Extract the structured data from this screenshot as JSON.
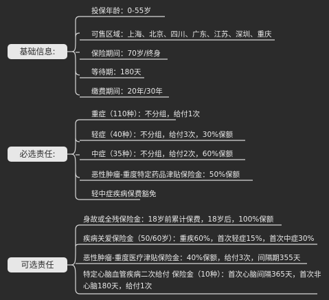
{
  "mindmap": {
    "basic_info": {
      "label": "基础信息:",
      "items": [
        "投保年龄：0-55岁",
        "可售区域：上海、北京、四川、广东、江苏、深圳、重庆",
        "保险期间：70岁/终身",
        "等待期：180天",
        "缴费期间：20年/30年"
      ]
    },
    "required_coverage": {
      "label": "必选责任:",
      "items": [
        "重症（110种）：不分组，给付1次",
        "轻症（40种）：不分组，给付3次，30%保额",
        "中症（35种）：不分组，给付2次，60%保额",
        "恶性肿瘤-重度特定药品津贴保险金：50%保额",
        "轻中症疾病保费豁免"
      ]
    },
    "optional_coverage": {
      "label": "可选责任",
      "items": [
        "身故或全残保险金：18岁前累计保费，18岁后，100%保额",
        "疾病关爱保险金（50/60岁）：重疾60%，首次轻症15%，首次中症30%",
        "恶性肿瘤-重度医疗津贴保险金：40%保额，给付3次，间隔期355天",
        "特定心脑血管疾病二次给付 保险金（10种）：首次心脑间隔365天，首次非心脑180天，给付1次"
      ]
    }
  }
}
